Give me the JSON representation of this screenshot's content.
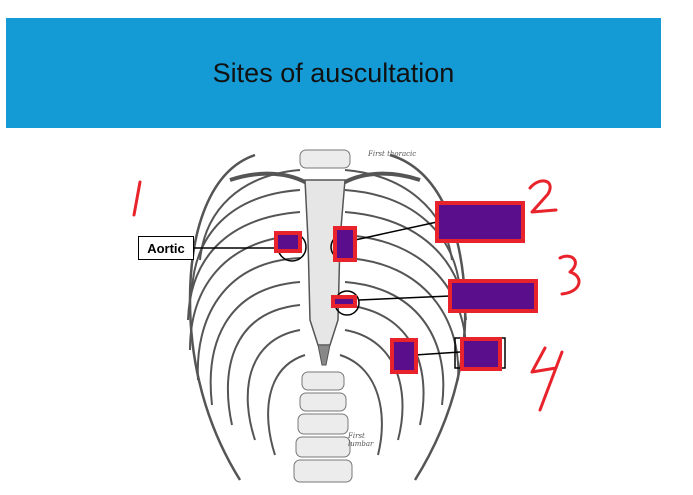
{
  "slide": {
    "title": "Sites of auscultation"
  },
  "figure": {
    "aortic_label": "Aortic",
    "first_thoracic": "First thoracic",
    "first_lumbar": "First lumbar",
    "annotation_numbers": [
      "1",
      "2",
      "3",
      "4"
    ]
  },
  "colors": {
    "title_bar": "#149bd6",
    "marker_fill": "#5a0e8c",
    "marker_border": "#e8232b",
    "handwriting": "#e8232b"
  }
}
